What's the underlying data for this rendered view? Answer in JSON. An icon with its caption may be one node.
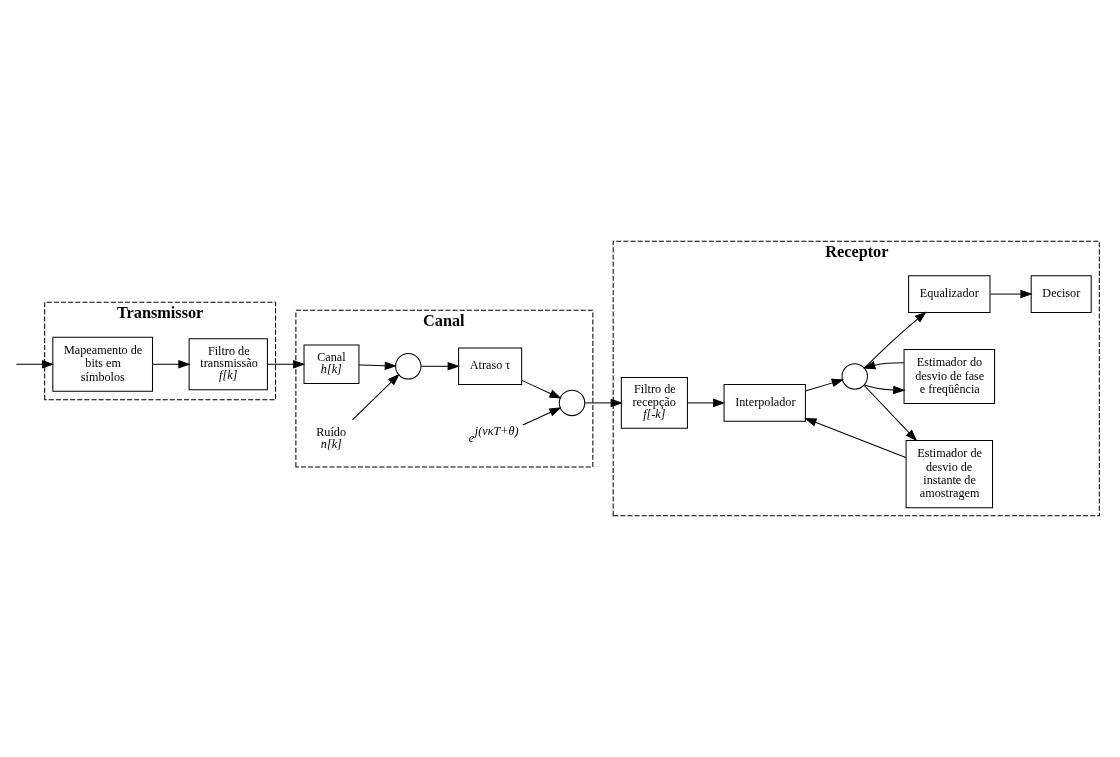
{
  "diagram": {
    "nodes": [
      {
        "text": [
          "Transmissor"
        ]
      },
      {
        "text": [
          "Mapeamento de bits em símbolos"
        ],
        "in": 0
      },
      {
        "text": [
          "Filtro de transmissão",
          "f[k]"
        ],
        "in": 0
      },
      {
        "text": [
          "Canal"
        ]
      },
      {
        "text": [
          "Canal",
          "h[k]"
        ],
        "in": 3
      },
      {
        "text": [],
        "shape": "circle",
        "in": 3
      },
      {
        "text": [
          "Ruído",
          "n[k]"
        ],
        "in": 3
      },
      {
        "text": [
          "Atraso τ"
        ],
        "in": 3
      },
      {
        "text": [
          "e$^{j(νκT+θ)}$"
        ],
        "in": 3
      },
      {
        "text": [],
        "shape": "circle",
        "in": 3
      },
      {
        "text": [
          "Receptor"
        ]
      },
      {
        "text": [
          "Filtro de recepção",
          "f[-k]"
        ],
        "in": 10
      },
      {
        "text": [
          "Estimador de desvio de instante de amostragem"
        ],
        "in": 10
      },
      {
        "text": [
          "Interpolador"
        ],
        "in": 10
      },
      {
        "text": [],
        "shape": "circle",
        "in": 10
      },
      {
        "text": [
          "Estimador do desvio de fase e freqüência"
        ],
        "in": 10
      },
      {
        "text": [
          "Equalizador"
        ],
        "in": 10
      },
      {
        "text": [
          "Decisor"
        ],
        "in": 10
      }
    ],
    "edges": [
      {
        "from": null,
        "to": 1,
        "arrow": "to"
      },
      {
        "from": 1,
        "to": 2,
        "arrow": "to"
      },
      {
        "from": 2,
        "to": 4,
        "arrow": "to"
      },
      {
        "from": 4,
        "to": 5,
        "arrow": "to"
      },
      {
        "from": 6,
        "to": 5,
        "arrow": "to"
      },
      {
        "from": 5,
        "to": 7,
        "arrow": "to"
      },
      {
        "from": 7,
        "to": 9,
        "arrow": "to"
      },
      {
        "from": 8,
        "to": 9,
        "arrow": "to"
      },
      {
        "from": 9,
        "to": 11,
        "arrow": "to"
      },
      {
        "from": 11,
        "to": 13,
        "arrow": "to"
      },
      {
        "from": 12,
        "to": 13,
        "arrow": "to"
      },
      {
        "from": 13,
        "to": 14,
        "arrow": "to"
      },
      {
        "from": 15,
        "to": 14,
        "arrow": "to"
      },
      {
        "from": 14,
        "to": 16,
        "arrow": "to"
      },
      {
        "from": 14,
        "to": 12,
        "arrow": "to"
      },
      {
        "from": 14,
        "to": 15,
        "arrow": "to"
      },
      {
        "from": 16,
        "to": 17,
        "arrow": "to"
      }
    ]
  }
}
